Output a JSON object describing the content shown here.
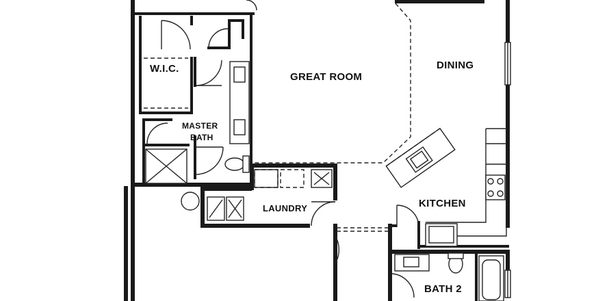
{
  "rooms": {
    "wic": "W.I.C.",
    "master_bath_line1": "MASTER",
    "master_bath_line2": "BATH",
    "great_room": "GREAT ROOM",
    "dining": "DINING",
    "laundry": "LAUNDRY",
    "kitchen": "KITCHEN",
    "bath2": "BATH 2"
  },
  "colors": {
    "wall": "#1a1a1a",
    "background": "#ffffff"
  }
}
